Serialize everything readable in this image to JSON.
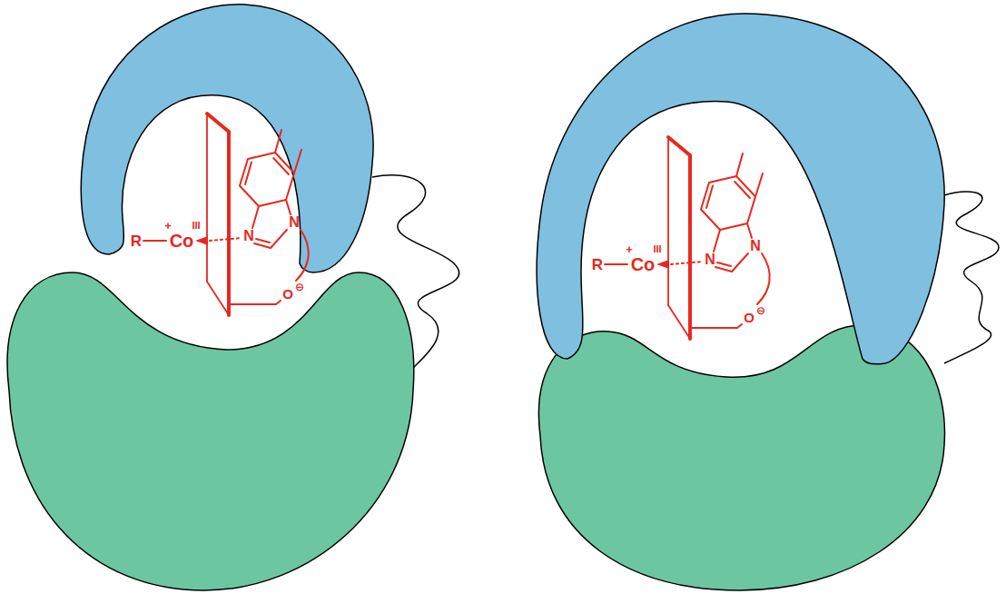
{
  "diagram": {
    "labels": [
      "R",
      "+",
      "Co",
      "III",
      "N",
      "N",
      "O",
      "⊖",
      "R",
      "+",
      "Co",
      "III",
      "N",
      "N",
      "O",
      "⊖"
    ]
  }
}
